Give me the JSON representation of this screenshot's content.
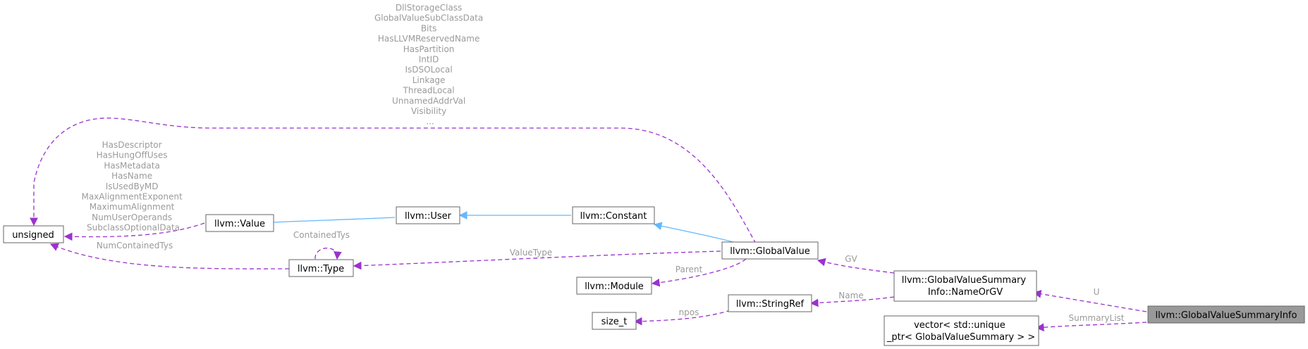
{
  "colors": {
    "usage_edge": "#9a32cd",
    "inherit_edge": "#63b8ff",
    "label_text": "#9a9a9a",
    "focus_fill": "#999999",
    "node_border": "#666666"
  },
  "nodes": {
    "unsigned": "unsigned",
    "value": "llvm::Value",
    "user": "llvm::User",
    "constant": "llvm::Constant",
    "global_value": "llvm::GlobalValue",
    "type": "llvm::Type",
    "module": "llvm::Module",
    "string_ref": "llvm::StringRef",
    "size_t": "size_t",
    "name_or_gv": [
      "llvm::GlobalValueSummary",
      "Info::NameOrGV"
    ],
    "vector": [
      "vector< std::unique",
      "_ptr< GlobalValueSummary > >"
    ],
    "focus": "llvm::GlobalValueSummaryInfo"
  },
  "edge_labels": {
    "gv_unsigned": [
      "DllStorageClass",
      "GlobalValueSubClassData",
      "Bits",
      "HasLLVMReservedName",
      "HasPartition",
      "IntID",
      "IsDSOLocal",
      "Linkage",
      "ThreadLocal",
      "UnnamedAddrVal",
      "Visibility",
      "..."
    ],
    "value_unsigned": [
      "HasDescriptor",
      "HasHungOffUses",
      "HasMetadata",
      "HasName",
      "IsUsedByMD",
      "MaxAlignmentExponent",
      "MaximumAlignment",
      "NumUserOperands",
      "SubclassOptionalData"
    ],
    "type_unsigned": "NumContainedTys",
    "type_self": "ContainedTys",
    "gv_type": "ValueType",
    "gv_module": "Parent",
    "nameorgv_gv": "GV",
    "nameorgv_stringref": "Name",
    "stringref_sizet": "npos",
    "focus_nameorgv": "U",
    "focus_vector": "SummaryList"
  }
}
